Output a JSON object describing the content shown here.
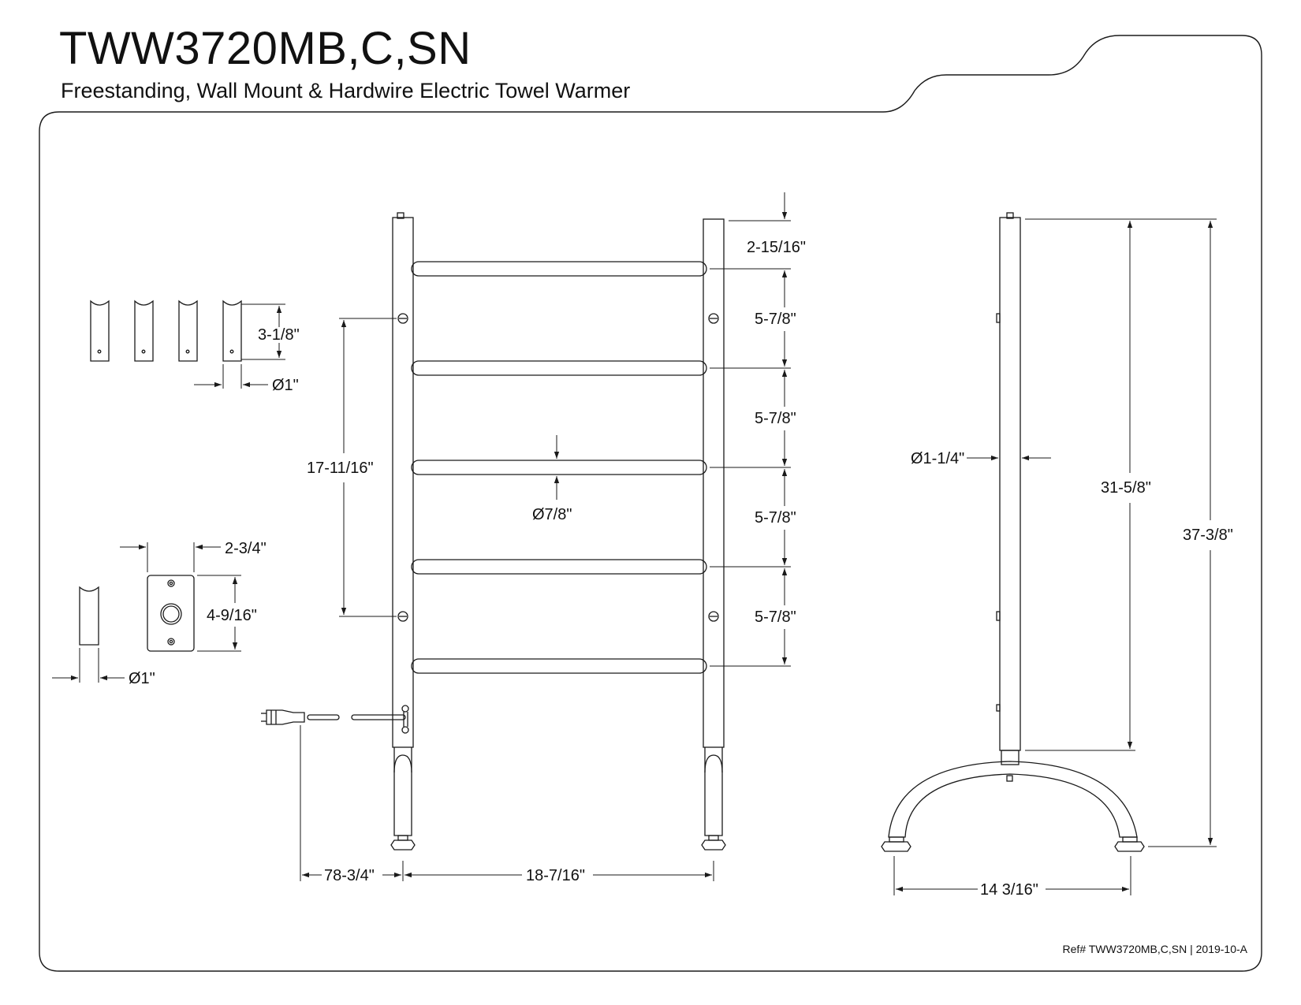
{
  "header": {
    "model": "TWW3720MB,C,SN",
    "description": "Freestanding, Wall Mount & Hardwire Electric Towel Warmer"
  },
  "footer": {
    "reference": "Ref# TWW3720MB,C,SN | 2019-10-A"
  },
  "dimensions": {
    "cap_height": "3-1/8\"",
    "cap_diameter": "Ø1\"",
    "plate_width": "2-3/4\"",
    "plate_height": "4-9/16\"",
    "post_diameter": "Ø1\"",
    "top_offset": "2-15/16\"",
    "bar_spacing_1": "5-7/8\"",
    "bar_spacing_2": "5-7/8\"",
    "bar_spacing_3": "5-7/8\"",
    "bar_spacing_4": "5-7/8\"",
    "mount_spacing": "17-11/16\"",
    "bar_diameter": "Ø7/8\"",
    "cord_length": "78-3/4\"",
    "overall_width": "18-7/16\"",
    "side_post_diameter": "Ø1-1/4\"",
    "side_post_height": "31-5/8\"",
    "overall_height": "37-3/8\"",
    "base_width": "14 3/16\""
  },
  "colors": {
    "line": "#1a1a1a",
    "background": "#ffffff"
  }
}
